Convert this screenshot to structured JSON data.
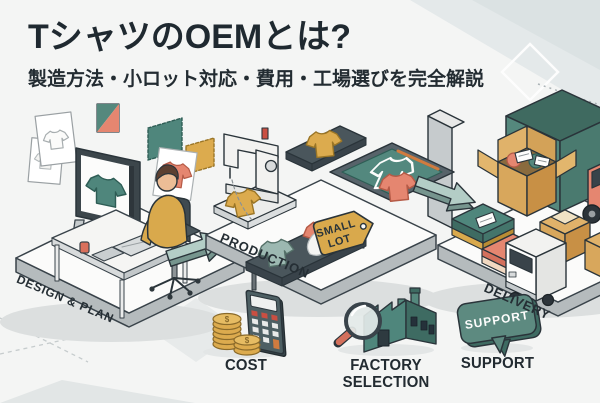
{
  "header": {
    "title": "TシャツのOEMとは?",
    "subtitle": "製造方法・小ロット対応・費用・工場選びを完全解説"
  },
  "process": {
    "stages": [
      {
        "id": "design-plan",
        "label": "DESIGN & PLAN"
      },
      {
        "id": "production",
        "label": "PRODUCTION"
      },
      {
        "id": "delivery",
        "label": "DELIVERY"
      }
    ],
    "small_lot_tag": {
      "line1": "SMALL",
      "line2": "LOT"
    }
  },
  "features": [
    {
      "id": "cost",
      "label": "COST",
      "icon": "coins-calculator-icon"
    },
    {
      "id": "factory-selection",
      "label": "FACTORY SELECTION",
      "icon": "factory-magnifier-icon"
    },
    {
      "id": "support",
      "label": "SUPPORT",
      "icon": "support-bubble-icon",
      "bubble_text": "SUPPORT"
    }
  ],
  "colors": {
    "background": "#f4f5f4",
    "ink": "#2a343a",
    "teal": "#55887d",
    "teal_dark": "#3e6b62",
    "coral": "#e58670",
    "mustard": "#dcab4e",
    "cardboard": "#d8a75c",
    "platform_side": "#b5bbbd"
  }
}
